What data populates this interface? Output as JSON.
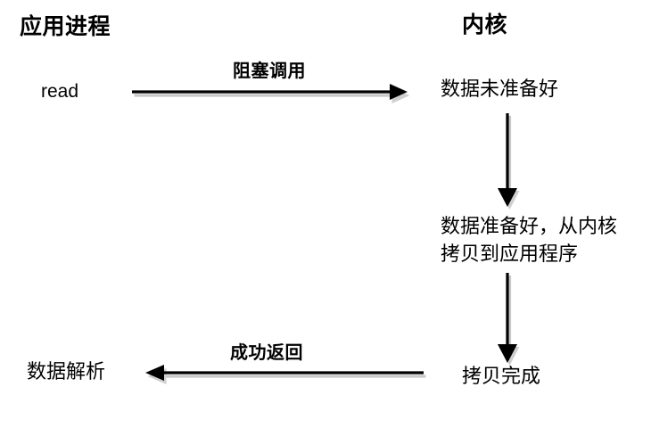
{
  "diagram": {
    "type": "blocking-io-sequence-diagram",
    "background_color": "#ffffff",
    "line_color": "#000000",
    "shadow_color": "#cfcfcf",
    "lanes": [
      {
        "id": "application",
        "title": "应用进程"
      },
      {
        "id": "kernel",
        "title": "内核"
      }
    ],
    "nodes": [
      {
        "id": "read-call",
        "label": "read",
        "lane": "application"
      },
      {
        "id": "data-not-ready",
        "label": "数据未准备好",
        "lane": "kernel"
      },
      {
        "id": "data-ready-copy",
        "label": "数据准备好，从内核\n拷贝到应用程序",
        "lane": "kernel"
      },
      {
        "id": "copy-done",
        "label": "拷贝完成",
        "lane": "kernel"
      },
      {
        "id": "data-parse",
        "label": "数据解析",
        "lane": "application"
      }
    ],
    "edges": [
      {
        "id": "blocking-call",
        "label": "阻塞调用",
        "from": "read-call",
        "to": "data-not-ready",
        "direction": "right"
      },
      {
        "id": "kernel-wait",
        "label": "",
        "from": "data-not-ready",
        "to": "data-ready-copy",
        "direction": "down"
      },
      {
        "id": "kernel-copy",
        "label": "",
        "from": "data-ready-copy",
        "to": "copy-done",
        "direction": "down"
      },
      {
        "id": "success-return",
        "label": "成功返回",
        "from": "copy-done",
        "to": "data-parse",
        "direction": "left"
      }
    ]
  }
}
